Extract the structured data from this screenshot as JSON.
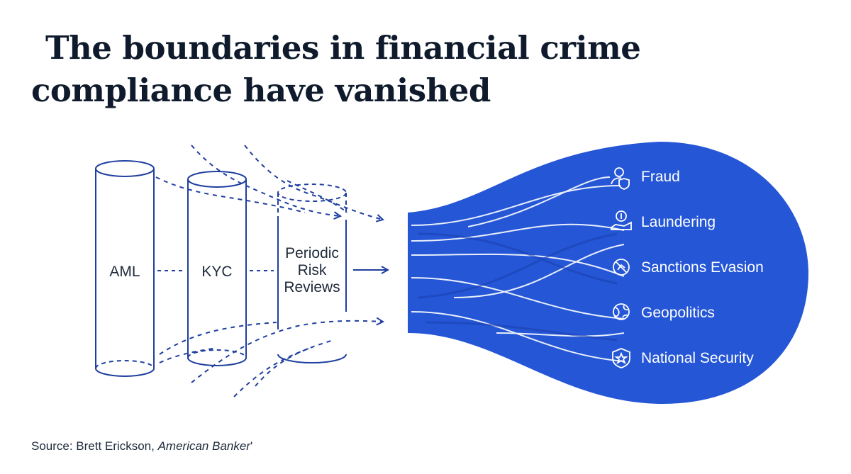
{
  "title": {
    "line1": "The boundaries in financial crime",
    "line2": "compliance have vanished"
  },
  "silos": [
    {
      "label": "AML"
    },
    {
      "label": "KYC"
    },
    {
      "label_lines": [
        "Periodic",
        "Risk",
        "Reviews"
      ]
    }
  ],
  "categories": [
    {
      "label": "Fraud",
      "icon": "person-shield-icon"
    },
    {
      "label": "Laundering",
      "icon": "hand-coin-icon"
    },
    {
      "label": "Sanctions Evasion",
      "icon": "prohibited-icon"
    },
    {
      "label": "Geopolitics",
      "icon": "globe-icon"
    },
    {
      "label": "National Security",
      "icon": "shield-star-icon"
    }
  ],
  "source": {
    "prefix": "Source: Brett Erickson, ",
    "publication": "American Banker",
    "suffix": "'"
  },
  "colors": {
    "accent": "#2456d6",
    "line": "#1f3f9f",
    "text": "#0f1b2d"
  }
}
